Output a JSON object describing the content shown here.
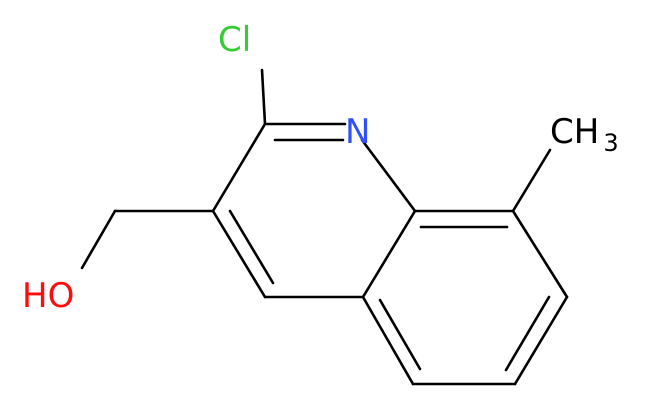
{
  "atoms": {
    "chlorine": {
      "label": "Cl",
      "color": "#33cc33"
    },
    "nitrogen": {
      "label": "N",
      "color": "#3050f8"
    },
    "hydroxyl": {
      "label": "HO",
      "color": "#ff0d0d"
    },
    "methyl": {
      "label": "CH",
      "subscript": "3",
      "color": "#000000"
    }
  },
  "colors": {
    "bond": "#000000",
    "background": "#ffffff"
  }
}
